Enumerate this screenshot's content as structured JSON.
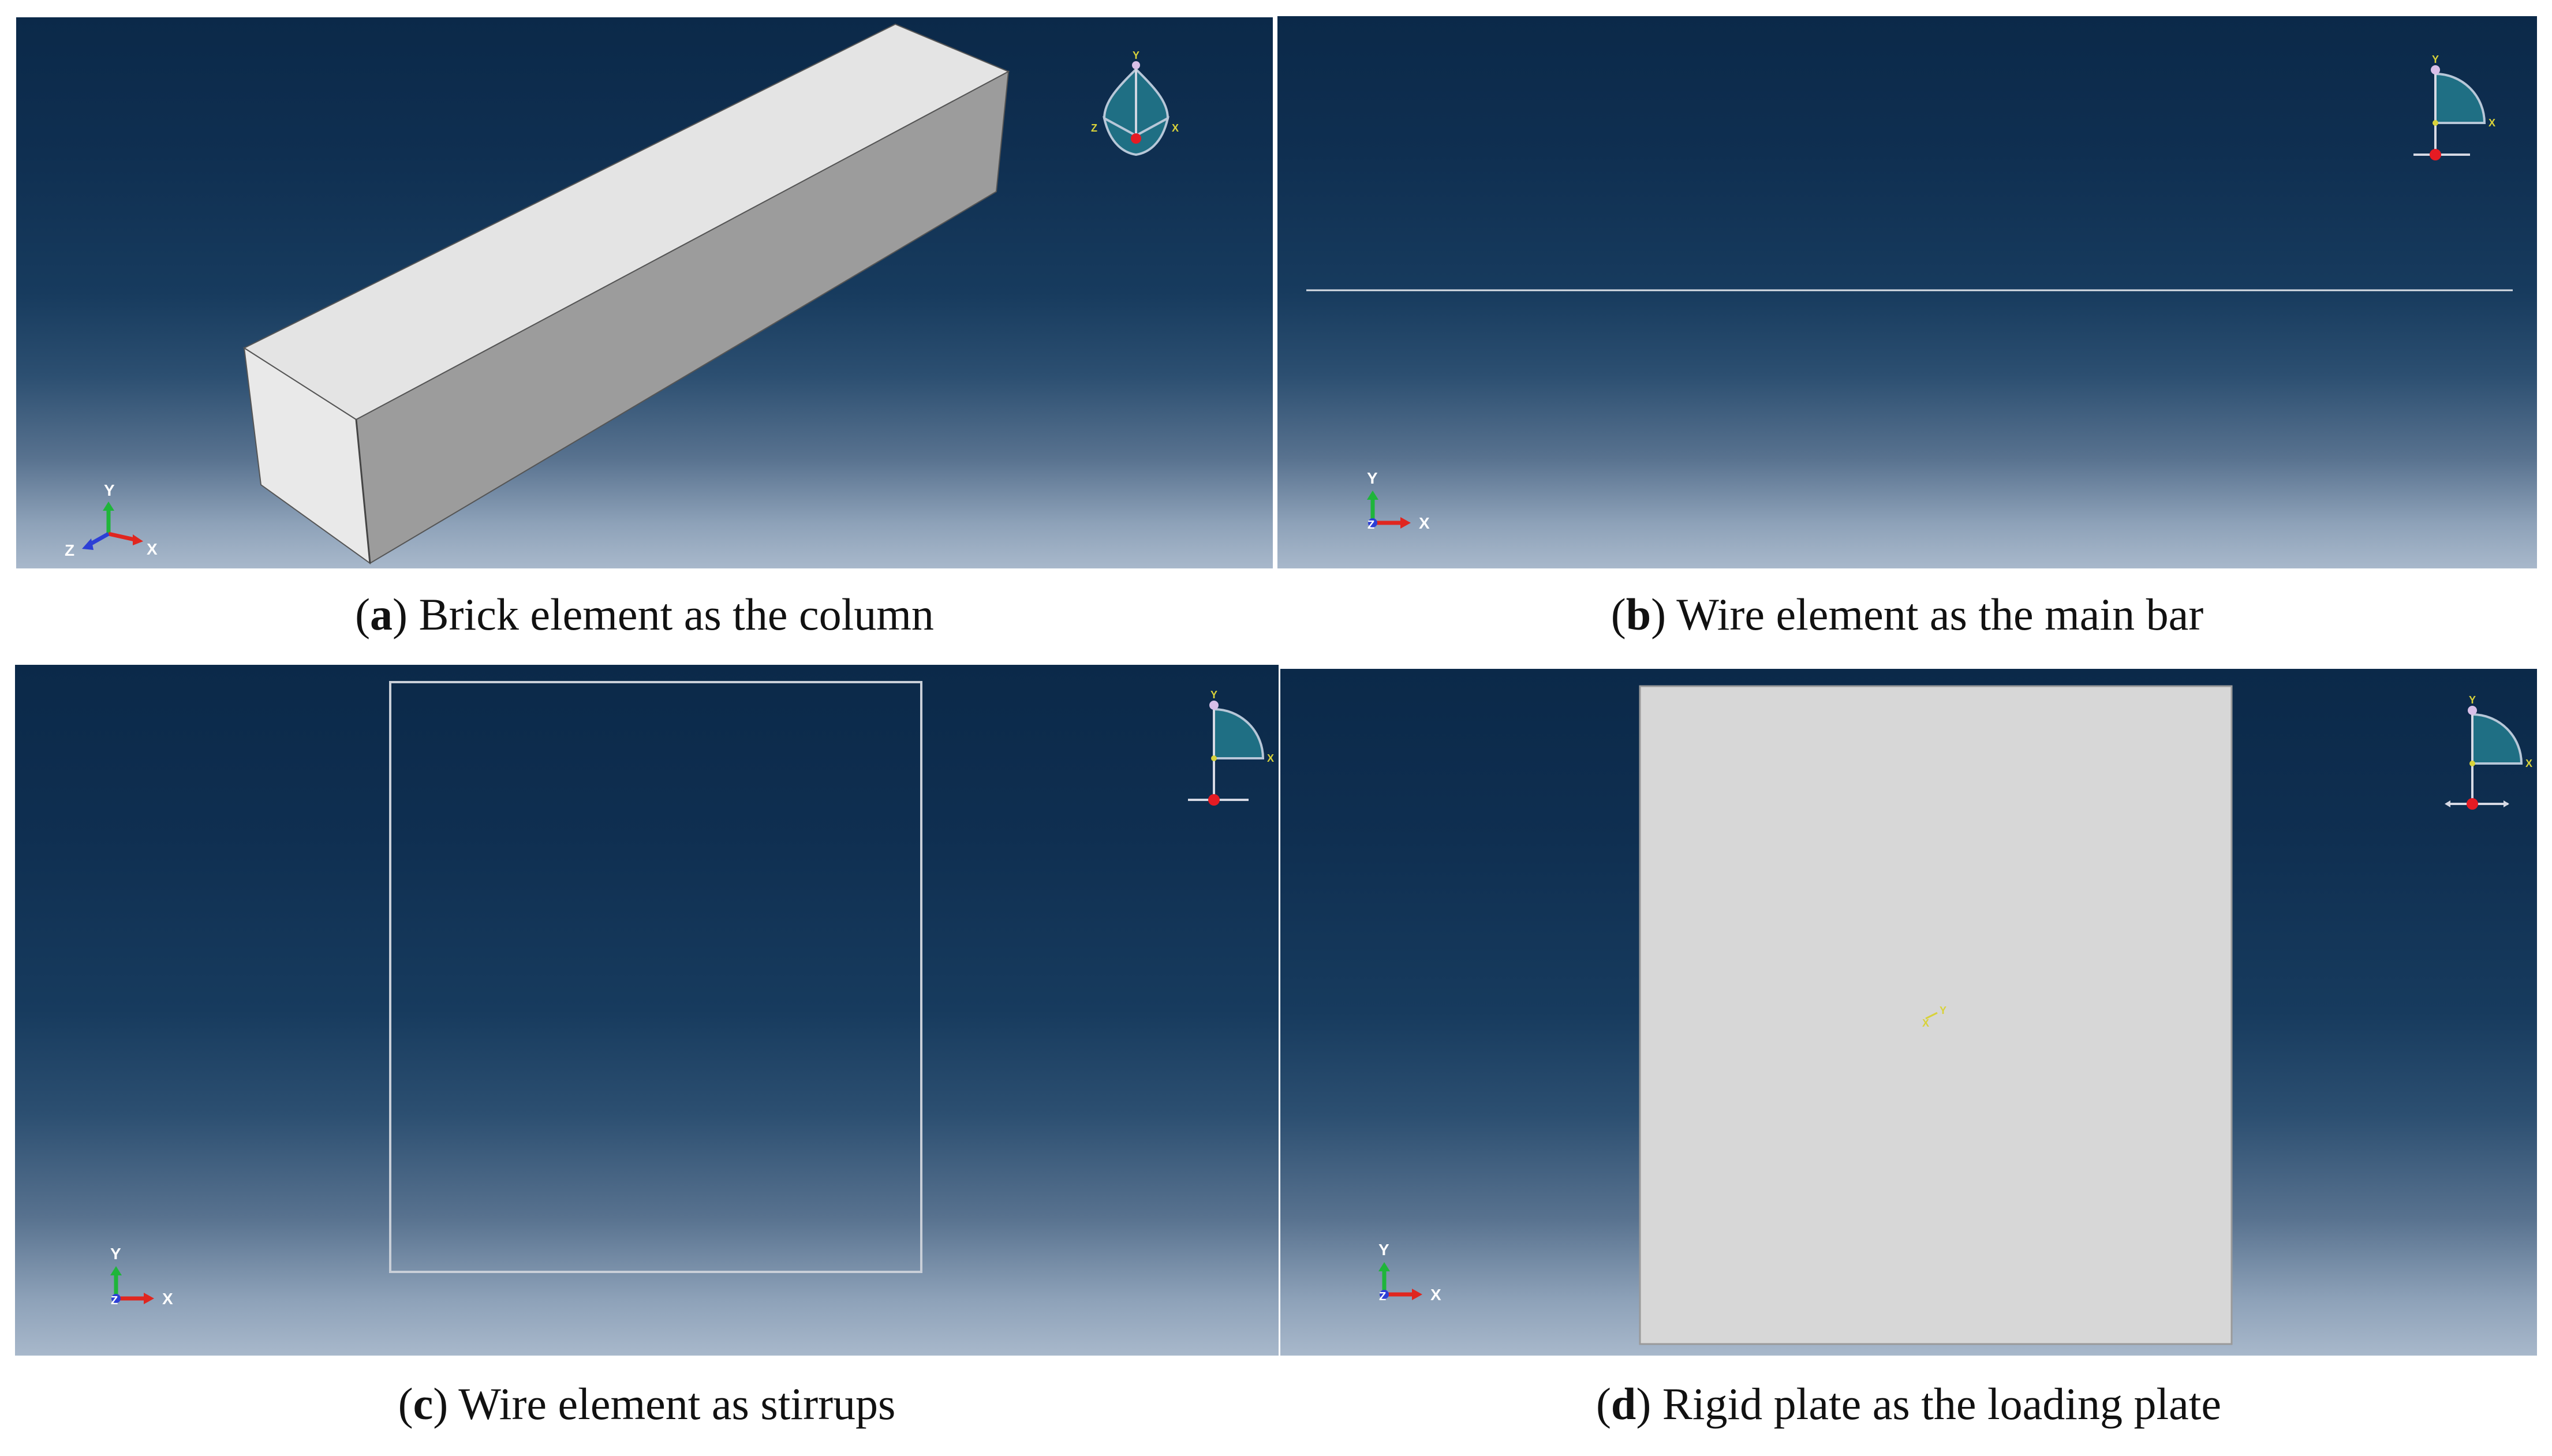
{
  "panels": [
    {
      "id": "a",
      "caption_letter": "a",
      "caption_text": "Brick element as the column",
      "triad": {
        "x": "X",
        "y": "Y",
        "z": "Z"
      },
      "view_cube": {
        "x": "X",
        "y": "Y",
        "z": "Z"
      }
    },
    {
      "id": "b",
      "caption_letter": "b",
      "caption_text": "Wire element as the main bar",
      "triad": {
        "x": "X",
        "y": "Y",
        "z": "Z"
      },
      "view_cube": {
        "x": "X",
        "y": "Y"
      }
    },
    {
      "id": "c",
      "caption_letter": "c",
      "caption_text": "Wire element as stirrups",
      "triad": {
        "x": "X",
        "y": "Y",
        "z": "Z"
      },
      "view_cube": {
        "x": "X",
        "y": "Y"
      }
    },
    {
      "id": "d",
      "caption_letter": "d",
      "caption_text": "Rigid plate as the loading plate",
      "triad": {
        "x": "X",
        "y": "Y",
        "z": "Z"
      },
      "view_cube": {
        "x": "X",
        "y": "Y"
      },
      "center_marker": {
        "x": "X",
        "y": "Y"
      }
    }
  ],
  "colors": {
    "viewport_top": "#0b2949",
    "viewport_bottom": "#a8b8cb",
    "axis_x": "#e0261f",
    "axis_y": "#1fb53a",
    "axis_z": "#2c3fd6",
    "view_cube_fill": "#1f6f84",
    "marker": "#e51b23",
    "label_yellow": "#d8d23a"
  }
}
